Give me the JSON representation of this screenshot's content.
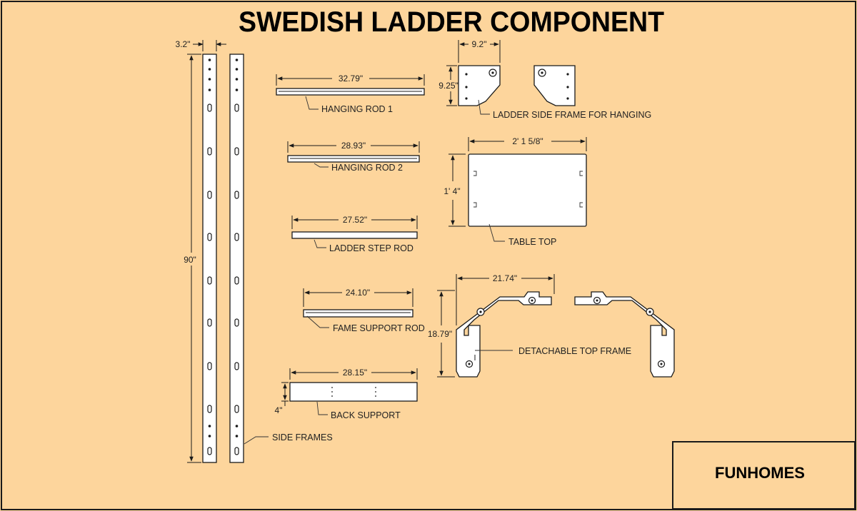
{
  "title": "SWEDISH LADDER COMPONENT",
  "brand": "FUNHOMES",
  "labels": {
    "side_frames": "SIDE FRAMES",
    "hanging_rod_1": "HANGING ROD 1",
    "hanging_rod_2": "HANGING ROD 2",
    "ladder_step_rod": "LADDER STEP ROD",
    "frame_support_rod": "FAME SUPPORT ROD",
    "back_support": "BACK SUPPORT",
    "ladder_side_frame": "LADDER SIDE FRAME FOR HANGING",
    "table_top": "TABLE TOP",
    "detachable_top_frame": "DETACHABLE TOP FRAME"
  },
  "dimensions": {
    "side_frame_width": "3.2\"",
    "side_frame_height": "90\"",
    "hanging_rod_1": "32.79\"",
    "hanging_rod_2": "28.93\"",
    "ladder_step_rod": "27.52\"",
    "frame_support_rod": "24.10\"",
    "back_support_length": "28.15\"",
    "back_support_height": "4\"",
    "side_frame_hanging_width": "9.2\"",
    "side_frame_hanging_height": "9.25\"",
    "table_top_width": "2' 1 5/8\"",
    "table_top_height": "1' 4\"",
    "top_frame_width": "21.74\"",
    "top_frame_height": "18.79\""
  },
  "colors": {
    "background": "#fdd59c",
    "line": "#1a1a1a",
    "part": "#ffffff"
  }
}
